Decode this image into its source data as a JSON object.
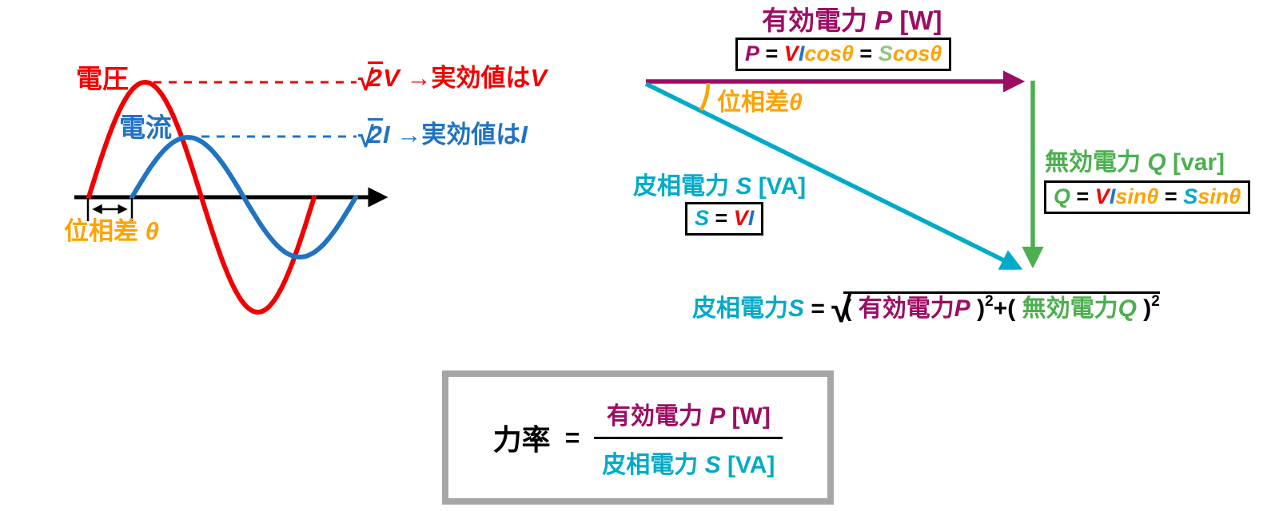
{
  "colors": {
    "red": "#f20000",
    "blue": "#2173c2",
    "orange": "#ffa200",
    "purple": "#9c0e63",
    "green": "#4caf50",
    "lightgreen": "#93c47d",
    "teal": "#00abc8",
    "black": "#000000",
    "gray": "#a6a6a6"
  },
  "waveform": {
    "voltage_label": "電圧",
    "current_label": "電流",
    "voltage_rms": [
      {
        "t": "√",
        "c": "red sq"
      },
      {
        "t": "2",
        "c": "red it ol"
      },
      {
        "t": "V",
        "c": "red it"
      },
      {
        "t": " →",
        "c": "red"
      },
      {
        "t": "実効値は",
        "c": "red"
      },
      {
        "t": "V",
        "c": "red it"
      }
    ],
    "current_rms": [
      {
        "t": "√",
        "c": "blue sq"
      },
      {
        "t": "2",
        "c": "blue it ol"
      },
      {
        "t": "I",
        "c": "blue it"
      },
      {
        "t": " →",
        "c": "blue"
      },
      {
        "t": "実効値は",
        "c": "blue"
      },
      {
        "t": "I",
        "c": "blue it"
      }
    ],
    "phase_label": [
      {
        "t": "位相差 ",
        "c": "orange"
      },
      {
        "t": "θ",
        "c": "orange it"
      }
    ]
  },
  "vector": {
    "active_label": [
      {
        "t": "有効電力 ",
        "c": "purple"
      },
      {
        "t": "P",
        "c": "purple it"
      },
      {
        "t": " [W]",
        "c": "purple"
      }
    ],
    "active_formula": [
      {
        "t": "P",
        "c": "purple it"
      },
      {
        "t": " = ",
        "c": "black"
      },
      {
        "t": "V",
        "c": "red it"
      },
      {
        "t": "I",
        "c": "blue it"
      },
      {
        "t": "cosθ",
        "c": "orange it"
      },
      {
        "t": " = ",
        "c": "black"
      },
      {
        "t": "S",
        "c": "lightgreen it"
      },
      {
        "t": "cosθ",
        "c": "orange it"
      }
    ],
    "phase_label": [
      {
        "t": "位相差",
        "c": "orange"
      },
      {
        "t": "θ",
        "c": "orange it"
      }
    ],
    "apparent_label": [
      {
        "t": "皮相電力 ",
        "c": "teal"
      },
      {
        "t": "S",
        "c": "teal it"
      },
      {
        "t": " [VA]",
        "c": "teal"
      }
    ],
    "apparent_formula": [
      {
        "t": "S",
        "c": "teal it"
      },
      {
        "t": " = ",
        "c": "black"
      },
      {
        "t": "V",
        "c": "red it"
      },
      {
        "t": "I",
        "c": "blue it"
      }
    ],
    "reactive_label": [
      {
        "t": "無効電力 ",
        "c": "green"
      },
      {
        "t": "Q",
        "c": "green it"
      },
      {
        "t": " [var]",
        "c": "green"
      }
    ],
    "reactive_formula": [
      {
        "t": "Q",
        "c": "green it"
      },
      {
        "t": " = ",
        "c": "black"
      },
      {
        "t": "V",
        "c": "red it"
      },
      {
        "t": "I",
        "c": "blue it"
      },
      {
        "t": "sinθ",
        "c": "orange it"
      },
      {
        "t": " = ",
        "c": "black"
      },
      {
        "t": "S",
        "c": "teal it"
      },
      {
        "t": "sinθ",
        "c": "orange it"
      }
    ],
    "pythagoras": {
      "prefix": [
        {
          "t": "皮相電力",
          "c": "teal"
        },
        {
          "t": "S",
          "c": "teal it"
        },
        {
          "t": " = ",
          "c": "black"
        }
      ],
      "sqrt": "√",
      "radicand": [
        {
          "t": "( ",
          "c": "black"
        },
        {
          "t": "有効電力",
          "c": "purple"
        },
        {
          "t": "P",
          "c": "purple it"
        },
        {
          "t": " )",
          "c": "black"
        },
        {
          "t": "2",
          "c": "black sup"
        },
        {
          "t": "+",
          "c": "black"
        },
        {
          "t": "( ",
          "c": "black"
        },
        {
          "t": "無効電力",
          "c": "green"
        },
        {
          "t": "Q",
          "c": "green it"
        },
        {
          "t": " )",
          "c": "black"
        },
        {
          "t": "2",
          "c": "black sup"
        }
      ]
    }
  },
  "power_factor": {
    "lhs": "力率",
    "equals": "=",
    "numerator": [
      {
        "t": "有効電力 ",
        "c": "purple"
      },
      {
        "t": "P",
        "c": "purple it"
      },
      {
        "t": " [W]",
        "c": "purple"
      }
    ],
    "denominator": [
      {
        "t": "皮相電力 ",
        "c": "teal"
      },
      {
        "t": "S",
        "c": "teal it"
      },
      {
        "t": " [VA]",
        "c": "teal"
      }
    ]
  }
}
